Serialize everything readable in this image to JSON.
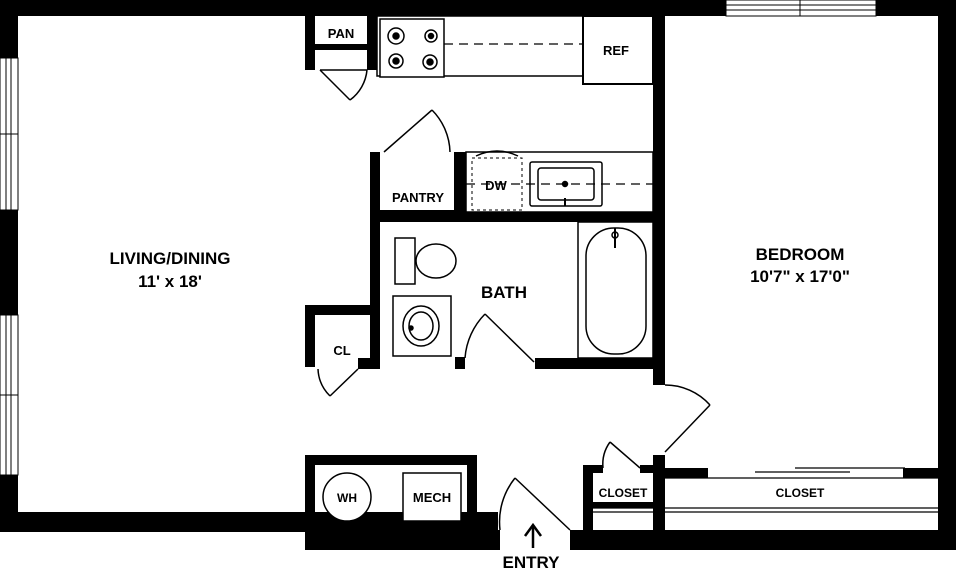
{
  "rooms": {
    "living_dining": {
      "name": "LIVING/DINING",
      "size": "11' x 18'"
    },
    "bedroom": {
      "name": "BEDROOM",
      "size": "10'7\" x 17'0\""
    },
    "bath": {
      "name": "BATH"
    }
  },
  "labels": {
    "pan": "PAN",
    "ref": "REF",
    "pantry": "PANTRY",
    "dw": "DW",
    "cl": "CL",
    "wh": "WH",
    "mech": "MECH",
    "closet_small": "CLOSET",
    "closet_bedroom": "CLOSET",
    "entry": "ENTRY"
  }
}
